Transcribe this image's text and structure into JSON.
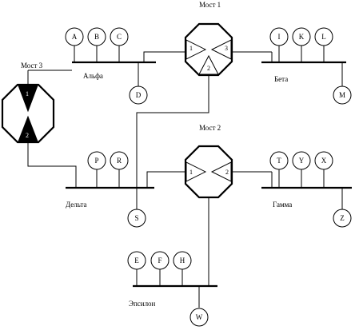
{
  "segments": {
    "alfa": "Альфа",
    "beta": "Бета",
    "delta": "Дельта",
    "gamma": "Гамма",
    "epsilon": "Эпсилон"
  },
  "bridges": {
    "b1": {
      "label": "Мост 1",
      "ports": [
        "1",
        "2",
        "3"
      ]
    },
    "b2": {
      "label": "Мост 2",
      "ports": [
        "1",
        "2"
      ]
    },
    "b3": {
      "label": "Мост 3",
      "ports": [
        "1",
        "2"
      ]
    }
  },
  "hosts": {
    "A": "A",
    "B": "B",
    "C": "C",
    "D": "D",
    "I": "I",
    "K": "K",
    "L": "L",
    "M": "M",
    "P": "P",
    "R": "R",
    "S": "S",
    "T": "T",
    "Y": "Y",
    "X": "X",
    "Z": "Z",
    "E": "E",
    "F": "F",
    "H": "H",
    "W": "W"
  }
}
